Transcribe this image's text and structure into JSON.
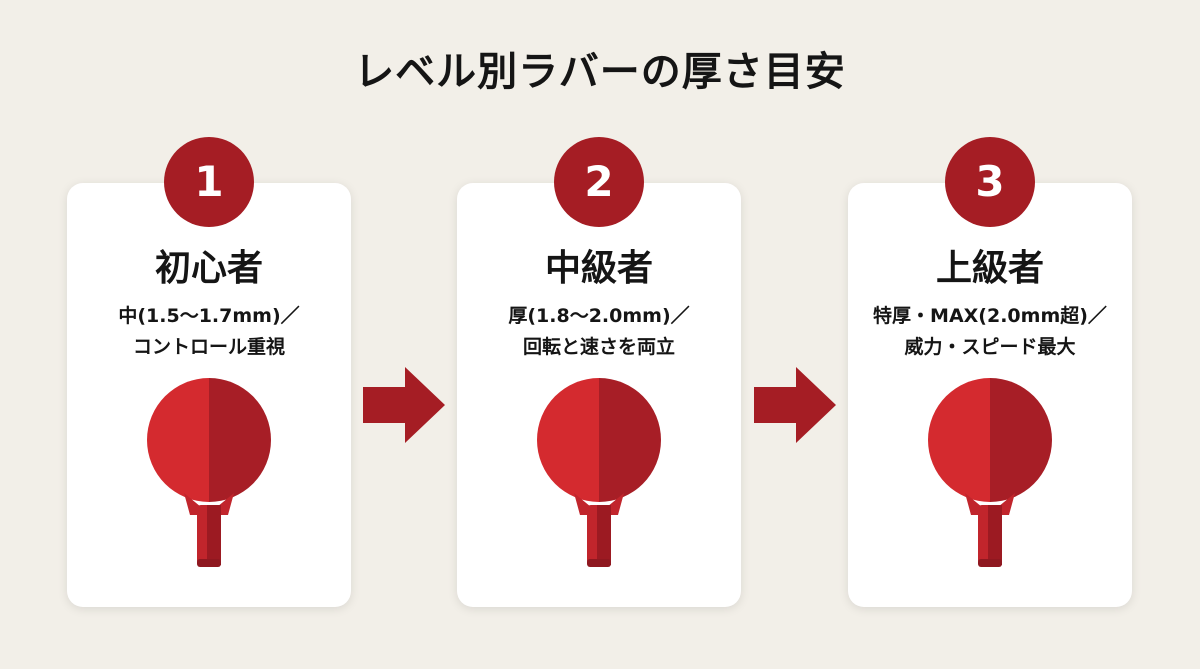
{
  "title": "レベル別ラバーの厚さ目安",
  "steps": [
    {
      "number": "1",
      "level": "初心者",
      "desc_line1": "中(1.5〜1.7mm)／",
      "desc_line2": "コントロール重視"
    },
    {
      "number": "2",
      "level": "中級者",
      "desc_line1": "厚(1.8〜2.0mm)／",
      "desc_line2": "回転と速さを両立"
    },
    {
      "number": "3",
      "level": "上級者",
      "desc_line1": "特厚・MAX(2.0mm超)／",
      "desc_line2": "威力・スピード最大"
    }
  ],
  "colors": {
    "background": "#f2efe8",
    "accent": "#a51d24",
    "paddle_light": "#d42a2f",
    "paddle_dark": "#a71e26",
    "card": "#ffffff"
  },
  "icons": [
    "table-tennis-paddle-icon",
    "right-arrow-icon"
  ]
}
